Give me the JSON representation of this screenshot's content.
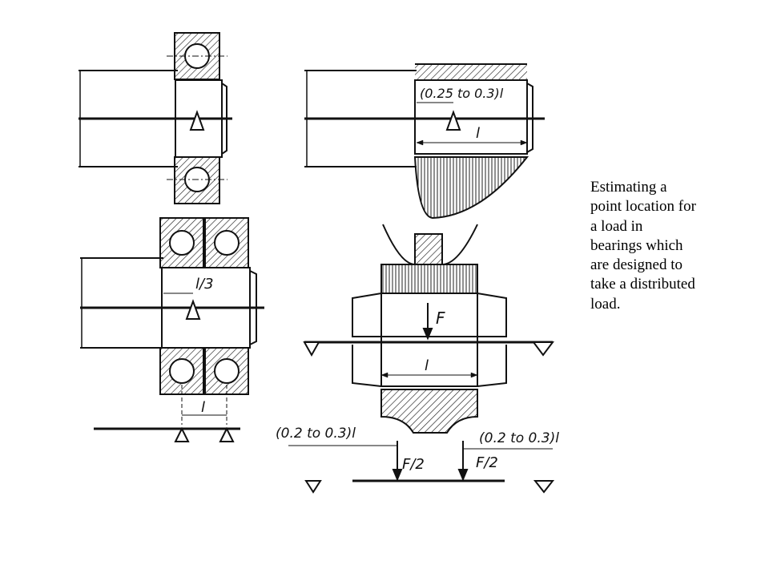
{
  "caption": {
    "lines": [
      "Estimating a",
      "point location for",
      "a load in",
      "bearings which",
      "are designed to",
      "take a distributed",
      "load."
    ]
  },
  "diagram": {
    "single_row_ball_bearing": {},
    "roller_bearing": {
      "offset_label": "(0.25 to 0.3)l",
      "length_label": "l"
    },
    "paired_angular_bearing": {
      "offset_label": "l/3",
      "spacing_label": "l"
    },
    "spur_gear_on_shaft": {
      "force_label": "F",
      "length_label": "l",
      "left_offset_label": "(0.2 to 0.3)l",
      "right_offset_label": "(0.2 to 0.3)l",
      "left_force_label": "F/2",
      "right_force_label": "F/2"
    }
  }
}
